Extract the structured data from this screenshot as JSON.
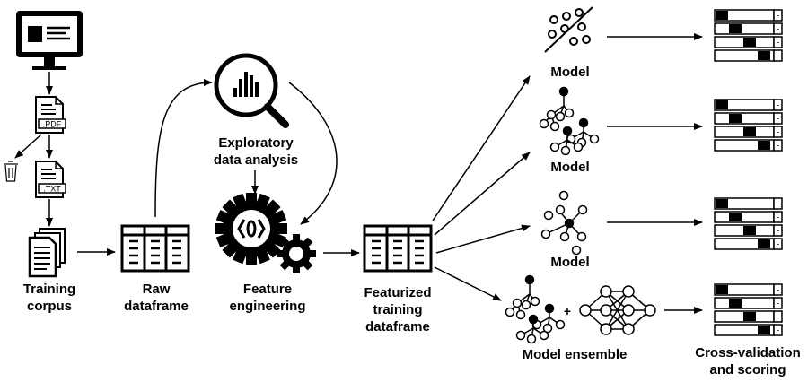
{
  "labels": {
    "training_corpus": [
      "Training",
      "corpus"
    ],
    "raw_dataframe": [
      "Raw",
      "dataframe"
    ],
    "eda": [
      "Exploratory",
      "data analysis"
    ],
    "feature_engineering": [
      "Feature",
      "engineering"
    ],
    "featurized": [
      "Featurized",
      "training",
      "dataframe"
    ],
    "model_1": "Model",
    "model_2": "Model",
    "model_3": "Model",
    "model_ensemble": "Model ensemble",
    "cross_validation": [
      "Cross-validation",
      "and scoring"
    ],
    "plus": "+"
  },
  "doc_badges": {
    "pdf": ".PDF",
    "txt": ".TXT"
  },
  "score_minus": "-",
  "icons": [
    "monitor-icon",
    "pdf-document-icon",
    "txt-document-icon",
    "trash-icon",
    "documents-stack-icon",
    "table-icon",
    "magnifier-chart-icon",
    "gears-icon",
    "scatter-model-icon",
    "tree-model-icon",
    "graph-model-icon",
    "neural-network-icon",
    "score-table-icon"
  ]
}
